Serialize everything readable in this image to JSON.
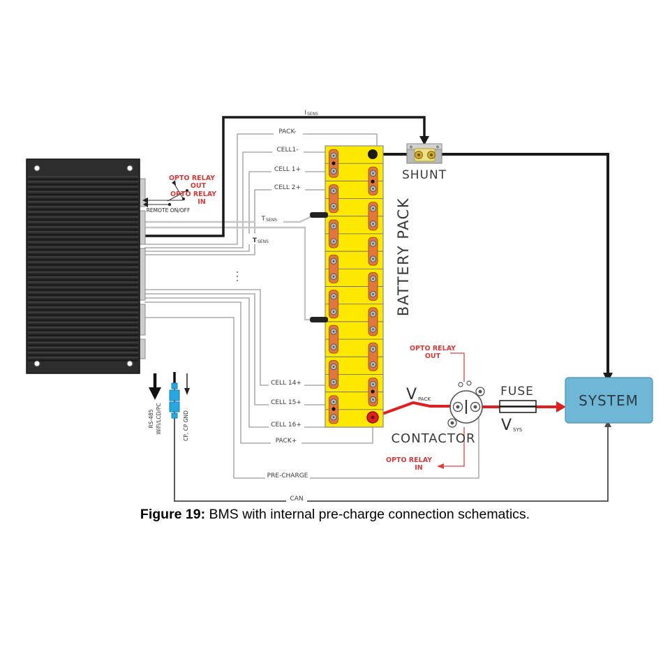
{
  "figure": {
    "label": "Figure 19:",
    "caption": " BMS with internal pre-charge connection schematics."
  },
  "labels": {
    "isens_main": "I",
    "isens_sub": "SENS",
    "pack_minus": "PACK-",
    "cell1_minus": "CELL1-",
    "cell_1p": "CELL 1+",
    "cell_2p": "CELL 2+",
    "tsens_main": "T",
    "tsens_sub": "SENS",
    "cell_14p": "CELL 14+",
    "cell_15p": "CELL 15+",
    "cell_16p": "CELL 16+",
    "pack_plus": "PACK+",
    "pre_charge": "PRE-CHARGE",
    "can": "CAN",
    "remote": "REMOTE ON/OFF",
    "opto_line1": "OPTO RELAY",
    "opto_out": "OUT",
    "opto_in": "IN",
    "shunt": "SHUNT",
    "battery_pack": "BATTERY PACK",
    "contactor": "CONTACTOR",
    "fuse": "FUSE",
    "system": "SYSTEM",
    "v": "V",
    "vpack_sub": "PACK",
    "vsys_sub": "SYS",
    "rs485_l1": "RS-485",
    "rs485_l2": "WiFi/LCD/PC",
    "cp": "CP, CP GND"
  },
  "battery": {
    "cells": 16,
    "left_busbars": 8,
    "right_busbars": 7
  },
  "colors": {
    "pack_yellow": "#ffe800",
    "pack_border": "#8a8a8a",
    "divider": "#707070",
    "busbar_orange": "#e0773e",
    "busbar_border": "#aa5220",
    "screw": "#bcbcbc",
    "wire_red": "#e02020",
    "label_red": "#d43a3a",
    "system_blue": "#6fb7d7",
    "wire_gray": "#9a9a9a",
    "wire_black": "#1a1a1a"
  }
}
